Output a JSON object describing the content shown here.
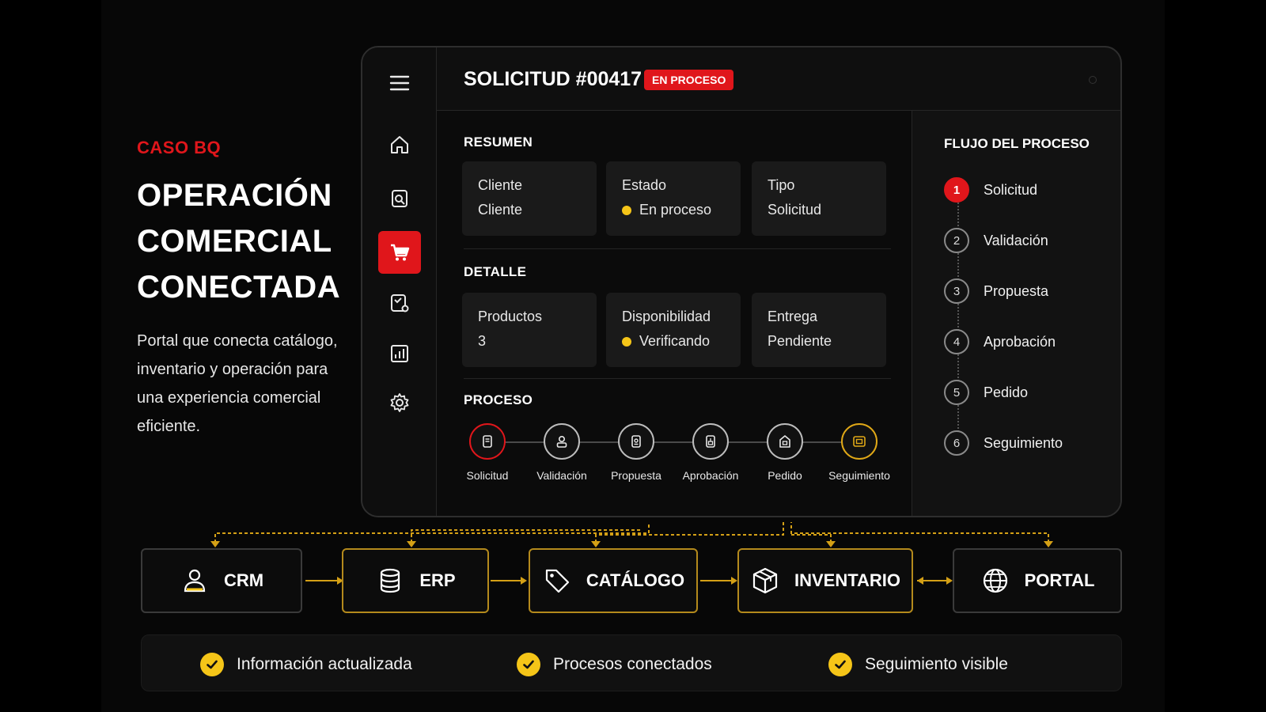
{
  "hero": {
    "tag": "CASO BQ",
    "title_lines": [
      "OPERACIÓN",
      "COMERCIAL",
      "CONECTADA"
    ],
    "description": "Portal que conecta catálogo, inventario y operación para una experiencia comercial eficiente."
  },
  "window": {
    "title": "SOLICITUD #00417",
    "status_badge": "EN PROCESO",
    "sidebar": {
      "icons": [
        "menu-icon",
        "home-icon",
        "document-icon",
        "cart-icon",
        "inventory-icon",
        "chart-icon",
        "gear-icon"
      ],
      "active": "cart-icon"
    },
    "resumen": {
      "label": "RESUMEN",
      "cards": [
        {
          "key": "Cliente",
          "value": "Cliente",
          "dot": false
        },
        {
          "key": "Estado",
          "value": "En proceso",
          "dot": true
        },
        {
          "key": "Tipo",
          "value": "Solicitud",
          "dot": false
        }
      ]
    },
    "detalle": {
      "label": "DETALLE",
      "cards": [
        {
          "key": "Productos",
          "value": "3",
          "dot": false
        },
        {
          "key": "Disponibilidad",
          "value": "Verificando",
          "dot": true
        },
        {
          "key": "Entrega",
          "value": "Pendiente",
          "dot": false
        }
      ]
    },
    "proceso": {
      "label": "PROCESO",
      "steps": [
        "Solicitud",
        "Validación",
        "Propuesta",
        "Aprobación",
        "Pedido",
        "Seguimiento"
      ]
    },
    "flujo": {
      "title": "FLUJO DEL PROCESO",
      "items": [
        {
          "num": "1",
          "label": "Solicitud"
        },
        {
          "num": "2",
          "label": "Validación"
        },
        {
          "num": "3",
          "label": "Propuesta"
        },
        {
          "num": "4",
          "label": "Aprobación"
        },
        {
          "num": "5",
          "label": "Pedido"
        },
        {
          "num": "6",
          "label": "Seguimiento"
        }
      ],
      "active_index": 0
    }
  },
  "systems": [
    {
      "label": "CRM",
      "icon": "user-icon"
    },
    {
      "label": "ERP",
      "icon": "database-icon"
    },
    {
      "label": "CATÁLOGO",
      "icon": "tag-icon"
    },
    {
      "label": "INVENTARIO",
      "icon": "box-icon"
    },
    {
      "label": "PORTAL",
      "icon": "globe-icon"
    }
  ],
  "benefits": [
    "Información actualizada",
    "Procesos conectados",
    "Seguimiento visible"
  ],
  "colors": {
    "accent_red": "#e0161b",
    "accent_gold": "#f5c518",
    "background": "#070707"
  }
}
